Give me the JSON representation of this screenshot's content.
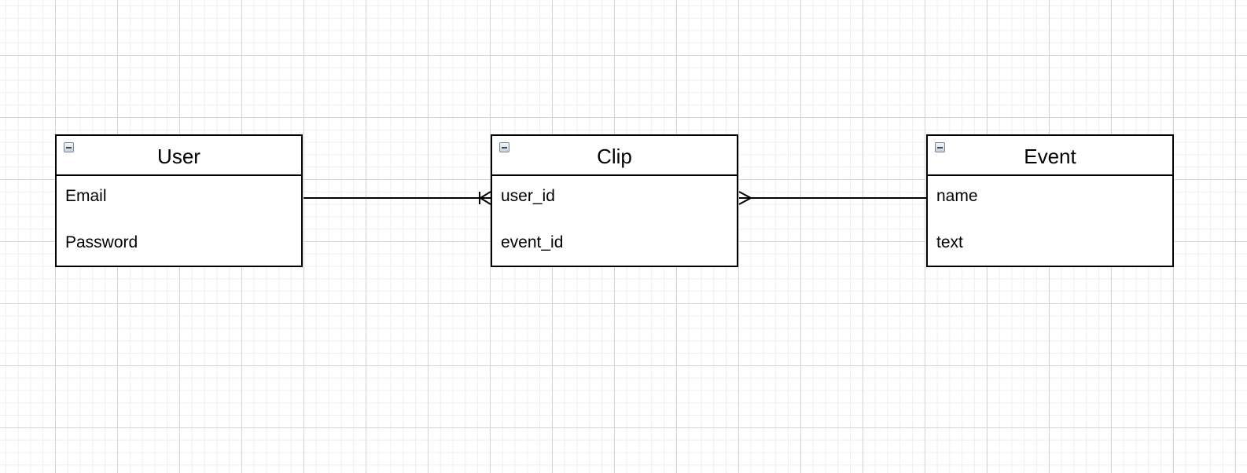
{
  "diagram": {
    "type": "entity-relationship",
    "entities": [
      {
        "id": "user",
        "title": "User",
        "fields": [
          "Email",
          "Password"
        ]
      },
      {
        "id": "clip",
        "title": "Clip",
        "fields": [
          "user_id",
          "event_id"
        ]
      },
      {
        "id": "event",
        "title": "Event",
        "fields": [
          "name",
          "text"
        ]
      }
    ],
    "relationships": [
      {
        "from": "user",
        "to": "clip",
        "from_end": "none",
        "to_end": "one-or-many"
      },
      {
        "from": "clip",
        "to": "event",
        "from_end": "many",
        "to_end": "none"
      }
    ]
  }
}
